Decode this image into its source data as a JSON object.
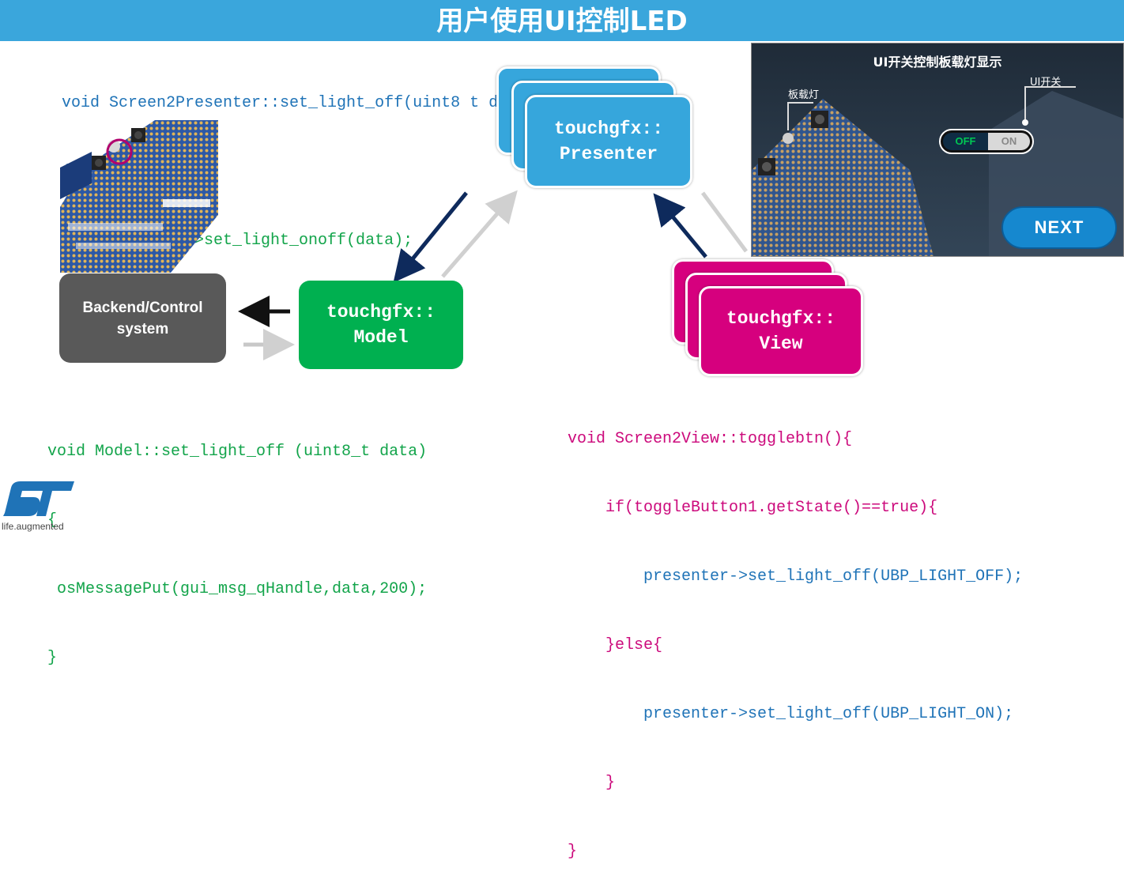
{
  "title": "用户使用UI控制LED",
  "presenter_code": [
    "void Screen2Presenter::set_light_off(uint8 t data)",
    "{",
    "        model->set_light_onoff(data);",
    "}"
  ],
  "model_code": [
    "void Model::set_light_off (uint8_t data)",
    "{",
    " osMessagePut(gui_msg_qHandle,data,200);",
    "}"
  ],
  "view_code": [
    "void Screen2View::togglebtn(){",
    "    if(toggleButton1.getState()==true){",
    "        presenter->set_light_off(UBP_LIGHT_OFF);",
    "    }else{",
    "        presenter->set_light_off(UBP_LIGHT_ON);",
    "    }",
    "}"
  ],
  "nodes": {
    "presenter": [
      "touchgfx::",
      "Presenter"
    ],
    "model": [
      "touchgfx::",
      "Model"
    ],
    "view": [
      "touchgfx::",
      "View"
    ],
    "backend": [
      "Backend/Control",
      "system"
    ]
  },
  "screenshot": {
    "title": "UI开关控制板载灯显示",
    "board_light_label": "板载灯",
    "ui_switch_label": "UI开关",
    "toggle_off": "OFF",
    "toggle_on": "ON",
    "next_button": "NEXT"
  },
  "logo_tagline": "life.augmented",
  "colors": {
    "title_bar": "#3aa6dc",
    "presenter": "#36a6dc",
    "model": "#00b050",
    "view": "#d6007e",
    "backend": "#595959",
    "arrow_dark": "#0e2a5c",
    "arrow_light": "#d0d0d0",
    "code_blue": "#1f73b7",
    "code_green": "#12a44a",
    "code_magenta": "#cc0a7c"
  }
}
